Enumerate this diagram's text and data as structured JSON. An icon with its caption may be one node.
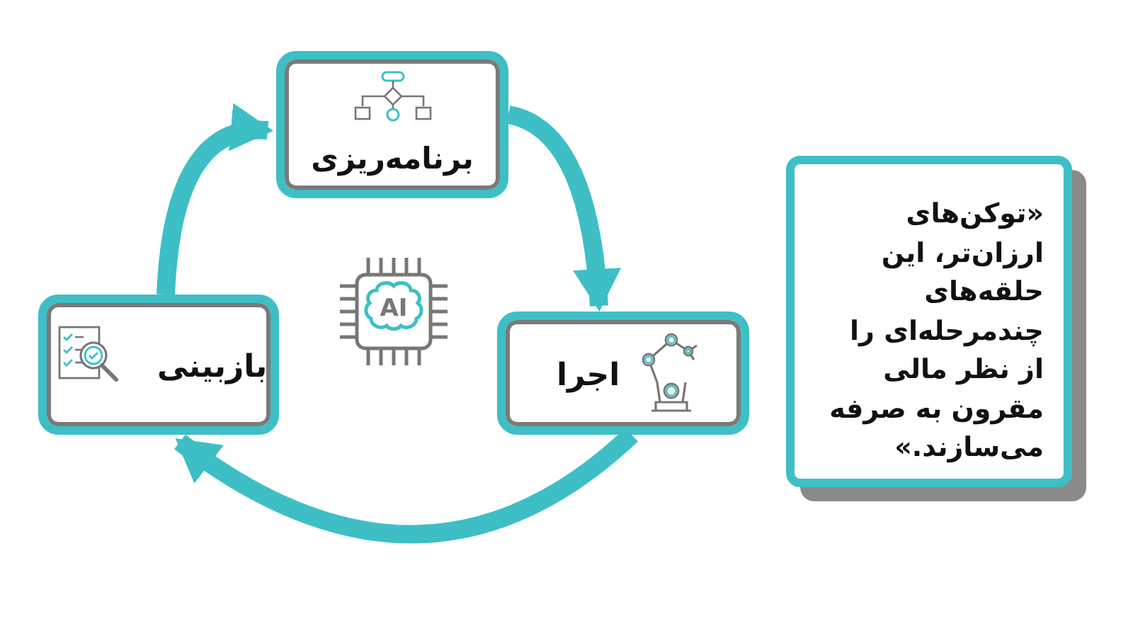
{
  "diagram": {
    "nodes": [
      {
        "text": [
          "برنامه‌ریزی"
        ]
      },
      {
        "text": [
          "اجرا"
        ]
      },
      {
        "text": [
          "بازبینی"
        ]
      },
      {
        "text": [
          "«توکن‌های ارزان‌تر، این حلقه‌های چندمرحله‌ای را از نظر مالی مقرون به صرفه می‌سازند.»"
        ]
      }
    ],
    "edges": [
      {
        "from": 0,
        "to": 1,
        "arrow": "to"
      },
      {
        "from": 1,
        "to": 2,
        "arrow": "to"
      },
      {
        "from": 2,
        "to": 0,
        "arrow": "to"
      }
    ],
    "labels": [
      "AI"
    ]
  }
}
